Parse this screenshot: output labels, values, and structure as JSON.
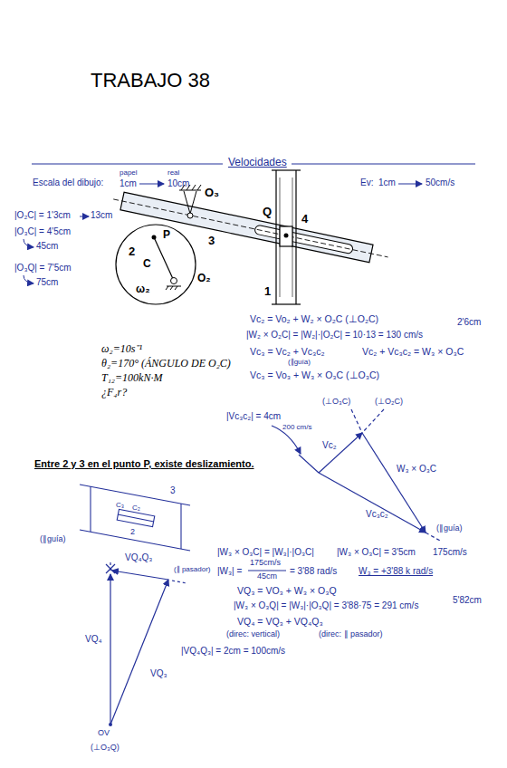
{
  "diagram": {
    "title": "TRABAJO 38",
    "labels": [
      "Velocidades",
      "Escala del dibujo:",
      "papel",
      "1cm",
      "real",
      "10cm",
      "Ev:",
      "1cm",
      "50cm/s",
      "|O₂C| = 1'3cm",
      "13cm",
      "|O₃C| = 4'5cm",
      "45cm",
      "|O₃Q| = 7'5cm",
      "75cm",
      "O₃",
      "Q",
      "4",
      "2",
      "P",
      "3",
      "C",
      "ω₂",
      "O₂",
      "1",
      "Vc₂ = Vo₂ + W₂ × O₂C (⊥O₂C)",
      "|W₂ × O₂C| = |W₂|·|O₂C| = 10·13 = 130 cm/s",
      "2'6cm",
      "Vc₃ = Vc₂ + Vc₃c₂",
      "(∥guía)",
      "Vc₂ + Vc₃c₂ = W₃ × O₃C",
      "Vc₃ = Vo₃ + W₃ × O₃C (⊥O₃C)",
      "ω₂=10s⁻¹",
      "θ₂=170° (ÁNGULO DE O₂C)",
      "T₁₂=100kN·M",
      "¿F₄r?",
      "|Vc₃c₂| = 4cm",
      "200 cm/s",
      "(⊥O₃C)",
      "(⊥O₂C)",
      "Vc₂",
      "W₃ × O₃C",
      "Vc₃c₂",
      "(∥guía)",
      "Entre 2 y 3 en el punto P, existe deslizamiento.",
      "|W₃ × O₃C| = |W₃|·|O₃C|",
      "|W₃ × O₃C| = 3'5cm",
      "175cm/s",
      "|W₃| =",
      "175cm/s",
      "45cm",
      "= 3'88 rad/s",
      "W₃ = +3'88 k rad/s",
      "3",
      "C₃",
      "C₂",
      "2",
      "(∥guía)",
      "VQ₃ = VO₃ + W₃ × O₃Q",
      "|W₃ × O₃Q| = |W₃|·|O₃Q| = 3'88·75 = 291 cm/s",
      "5'82cm",
      "VQ₄ = VQ₃ + VQ₄Q₃",
      "(direc: vertical)",
      "(direc: ∥ pasador)",
      "VQ₄Q₃",
      "(∥ pasador)",
      "VQ₄",
      "VQ₃",
      "OV",
      "(⊥O₃Q)",
      "|VQ₄Q₃| = 2cm = 100cm/s"
    ]
  }
}
